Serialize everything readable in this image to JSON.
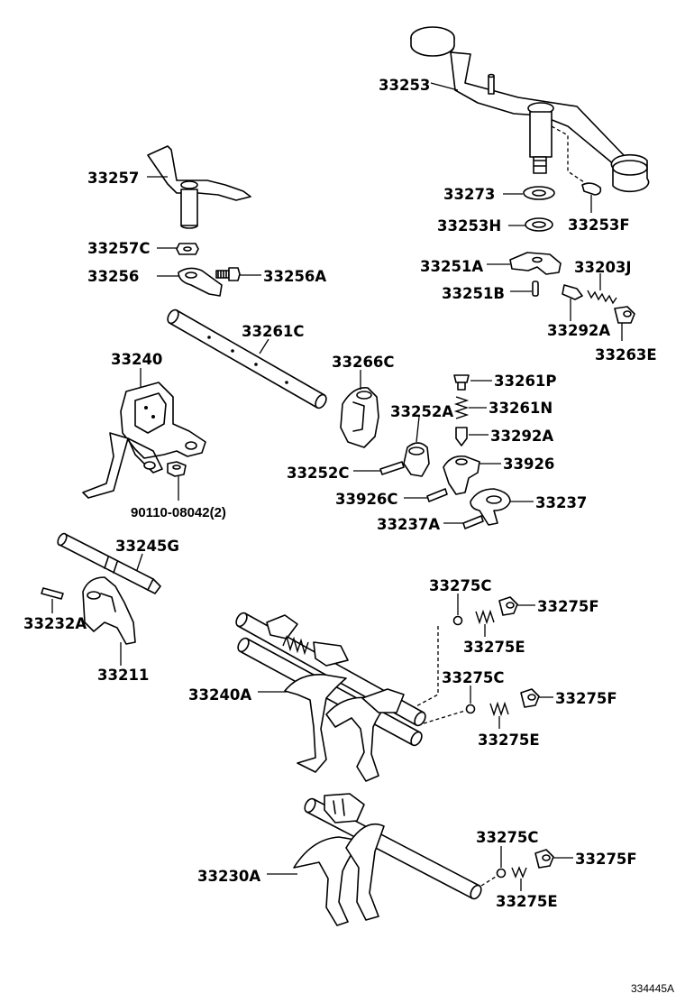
{
  "diagram": {
    "reference": "334445A",
    "labels": {
      "p33253": "33253",
      "p33257": "33257",
      "p33273": "33273",
      "p33253H": "33253H",
      "p33253F": "33253F",
      "p33257C": "33257C",
      "p33256": "33256",
      "p33256A": "33256A",
      "p33251A": "33251A",
      "p33203J": "33203J",
      "p33251B": "33251B",
      "p33292A_1": "33292A",
      "p33263E": "33263E",
      "p33261C": "33261C",
      "p33240": "33240",
      "p33266C": "33266C",
      "p33261P": "33261P",
      "p33252A": "33252A",
      "p33261N": "33261N",
      "p33292A_2": "33292A",
      "p33252C": "33252C",
      "p33926": "33926",
      "p33926C": "33926C",
      "p33237": "33237",
      "p33237A": "33237A",
      "p90110": "90110-08042(2)",
      "p33245G": "33245G",
      "p33232A": "33232A",
      "p33211": "33211",
      "p33275C_1": "33275C",
      "p33275F_1": "33275F",
      "p33275E_1": "33275E",
      "p33240A": "33240A",
      "p33275C_2": "33275C",
      "p33275F_2": "33275F",
      "p33275E_2": "33275E",
      "p33230A": "33230A",
      "p33275C_3": "33275C",
      "p33275F_3": "33275F",
      "p33275E_3": "33275E"
    }
  }
}
